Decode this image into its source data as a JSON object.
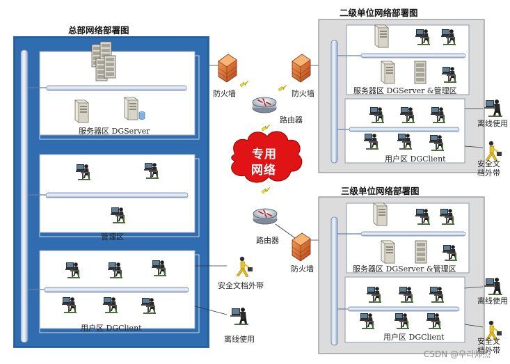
{
  "titles": {
    "hq": "总部网络部署图",
    "level2": "二级单位网络部署图",
    "level3": "三级单位网络部署图"
  },
  "hq": {
    "server_zone": "服务器区 DGServer",
    "admin_zone": "管理区",
    "user_zone": "用户区 DGClient"
  },
  "level2": {
    "server_zone": "服务器区 DGServer &管理区",
    "user_zone": "用户区 DGClient",
    "offline": "离线使用",
    "secure_out": "安全文档外带"
  },
  "level3": {
    "server_zone": "服务器区 DGServer &管理区",
    "user_zone": "用户区 DGClient",
    "offline": "离线使用",
    "secure_out": "安全文档外带"
  },
  "network": {
    "firewall_1": "防火墙",
    "firewall_2": "防火墙",
    "firewall_3": "防火墙",
    "router_top": "路由器",
    "router_bottom": "路由器",
    "cloud_line1": "专用",
    "cloud_line2": "网络"
  },
  "hq_external": {
    "secure_out": "安全文档外带",
    "offline": "离线使用"
  },
  "watermark": "CSDN @우리帅杰"
}
